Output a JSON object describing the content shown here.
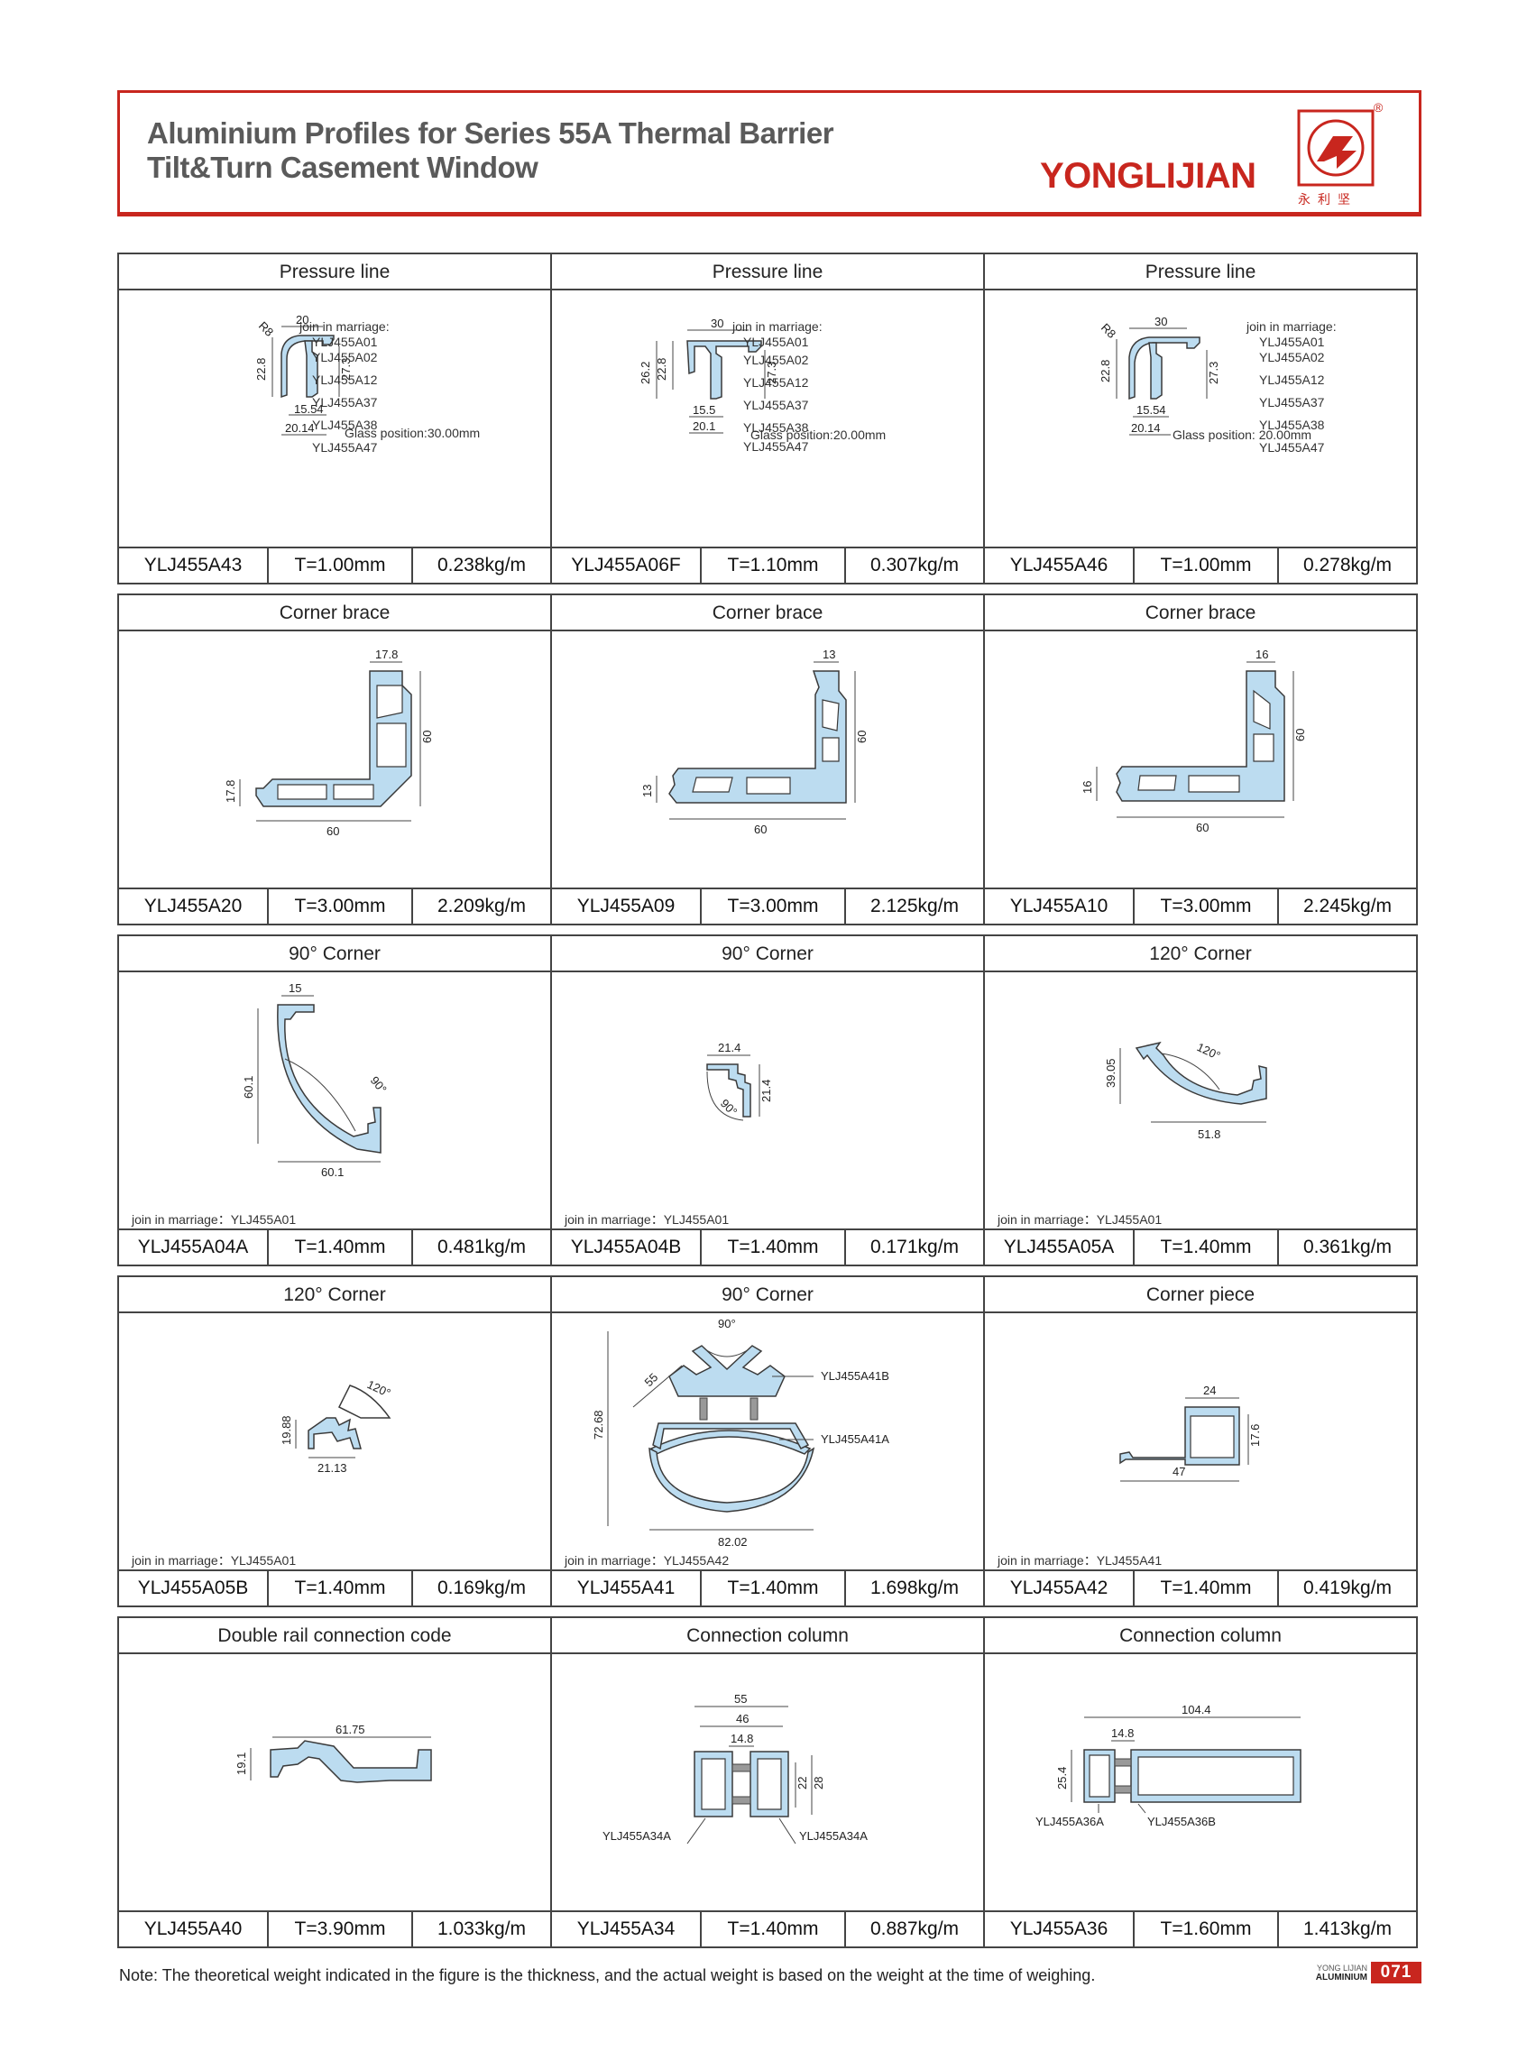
{
  "header": {
    "title_line1": "Aluminium Profiles for Series 55A Thermal Barrier",
    "title_line2": "Tilt&Turn Casement Window",
    "brand": "YONGLIJIAN",
    "brand_cn": "永利坚",
    "reg_mark": "®",
    "brand_color": "#c8261e"
  },
  "profile_color": "#bcdcf0",
  "rows": [
    [
      {
        "title": "Pressure line",
        "code": "YLJ455A43",
        "thickness": "T=1.00mm",
        "weight": "0.238kg/m",
        "join_label": "join in marriage:",
        "joins": [
          "YLJ455A01",
          "YLJ455A02",
          "YLJ455A12",
          "YLJ455A37",
          "YLJ455A38",
          "YLJ455A47"
        ],
        "glass": "Glass position:30.00mm",
        "dims": {
          "top": "20",
          "left": "22.8",
          "right": "27.3",
          "b1": "15.54",
          "b2": "20.14",
          "radius": "R8"
        }
      },
      {
        "title": "Pressure line",
        "code": "YLJ455A06F",
        "thickness": "T=1.10mm",
        "weight": "0.307kg/m",
        "join_label": "join in marriage:",
        "joins": [
          "YLJ455A01",
          "YLJ455A02",
          "YLJ455A12",
          "YLJ455A37",
          "YLJ455A38",
          "YLJ455A47"
        ],
        "glass": "Glass position:20.00mm",
        "dims": {
          "top": "30",
          "left_outer": "26.2",
          "left": "22.8",
          "right": "27.3",
          "b1": "15.5",
          "b2": "20.1"
        }
      },
      {
        "title": "Pressure line",
        "code": "YLJ455A46",
        "thickness": "T=1.00mm",
        "weight": "0.278kg/m",
        "join_label": "join in marriage:",
        "joins": [
          "YLJ455A01",
          "YLJ455A02",
          "YLJ455A12",
          "YLJ455A37",
          "YLJ455A38",
          "YLJ455A47"
        ],
        "glass": "Glass position: 20.00mm",
        "dims": {
          "top": "30",
          "left": "22.8",
          "right": "27.3",
          "b1": "15.54",
          "b2": "20.14",
          "radius": "R8"
        }
      }
    ],
    [
      {
        "title": "Corner brace",
        "code": "YLJ455A20",
        "thickness": "T=3.00mm",
        "weight": "2.209kg/m",
        "dims": {
          "top": "17.8",
          "right": "60",
          "left": "17.8",
          "bottom": "60"
        }
      },
      {
        "title": "Corner brace",
        "code": "YLJ455A09",
        "thickness": "T=3.00mm",
        "weight": "2.125kg/m",
        "dims": {
          "top": "13",
          "right": "60",
          "left": "13",
          "bottom": "60"
        }
      },
      {
        "title": "Corner brace",
        "code": "YLJ455A10",
        "thickness": "T=3.00mm",
        "weight": "2.245kg/m",
        "dims": {
          "top": "16",
          "right": "60",
          "left": "16",
          "bottom": "60"
        }
      }
    ],
    [
      {
        "title": "90°  Corner",
        "code": "YLJ455A04A",
        "thickness": "T=1.40mm",
        "weight": "0.481kg/m",
        "join": "join in marriage：YLJ455A01",
        "dims": {
          "top": "15",
          "left": "60.1",
          "bottom": "60.1",
          "angle": "90°"
        }
      },
      {
        "title": "90°  Corner",
        "code": "YLJ455A04B",
        "thickness": "T=1.40mm",
        "weight": "0.171kg/m",
        "join": "join in marriage：YLJ455A01",
        "dims": {
          "top": "21.4",
          "right": "21.4",
          "angle": "90°"
        }
      },
      {
        "title": "120°  Corner",
        "code": "YLJ455A05A",
        "thickness": "T=1.40mm",
        "weight": "0.361kg/m",
        "join": "join in marriage：YLJ455A01",
        "dims": {
          "left": "39.05",
          "bottom": "51.8",
          "angle": "120°"
        }
      }
    ],
    [
      {
        "title": "120°  Corner",
        "code": "YLJ455A05B",
        "thickness": "T=1.40mm",
        "weight": "0.169kg/m",
        "join": "join in marriage：YLJ455A01",
        "dims": {
          "left": "19.88",
          "bottom": "21.13",
          "angle": "120°"
        }
      },
      {
        "title": "90°  Corner",
        "code": "YLJ455A41",
        "thickness": "T=1.40mm",
        "weight": "1.698kg/m",
        "join": "join in marriage：YLJ455A42",
        "dims": {
          "angle": "90°",
          "left": "72.68",
          "diag": "55",
          "bottom": "82.02",
          "part_top": "YLJ455A41B",
          "part_bottom": "YLJ455A41A"
        }
      },
      {
        "title": "Corner piece",
        "code": "YLJ455A42",
        "thickness": "T=1.40mm",
        "weight": "0.419kg/m",
        "join": "join in marriage：YLJ455A41",
        "dims": {
          "top": "24",
          "right": "17.6",
          "bottom": "47"
        }
      }
    ],
    [
      {
        "title": "Double rail connection code",
        "code": "YLJ455A40",
        "thickness": "T=3.90mm",
        "weight": "1.033kg/m",
        "dims": {
          "top": "61.75",
          "left": "19.1"
        }
      },
      {
        "title": "Connection column",
        "code": "YLJ455A34",
        "thickness": "T=1.40mm",
        "weight": "0.887kg/m",
        "dims": {
          "w1": "55",
          "w2": "46",
          "w3": "14.8",
          "h1": "22",
          "h2": "28",
          "part_left": "YLJ455A34A",
          "part_right": "YLJ455A34A"
        }
      },
      {
        "title": "Connection column",
        "code": "YLJ455A36",
        "thickness": "T=1.60mm",
        "weight": "1.413kg/m",
        "dims": {
          "w1": "104.4",
          "w2": "14.8",
          "left": "25.4",
          "part_left": "YLJ455A36A",
          "part_right": "YLJ455A36B"
        }
      }
    ]
  ],
  "footer": {
    "note": "Note: The theoretical weight indicated in the figure is the thickness, and the actual weight is based on the weight at the time of weighing.",
    "brand_small": "YONG LIJIAN",
    "brand_small2": "ALUMINIUM",
    "page": "071"
  }
}
